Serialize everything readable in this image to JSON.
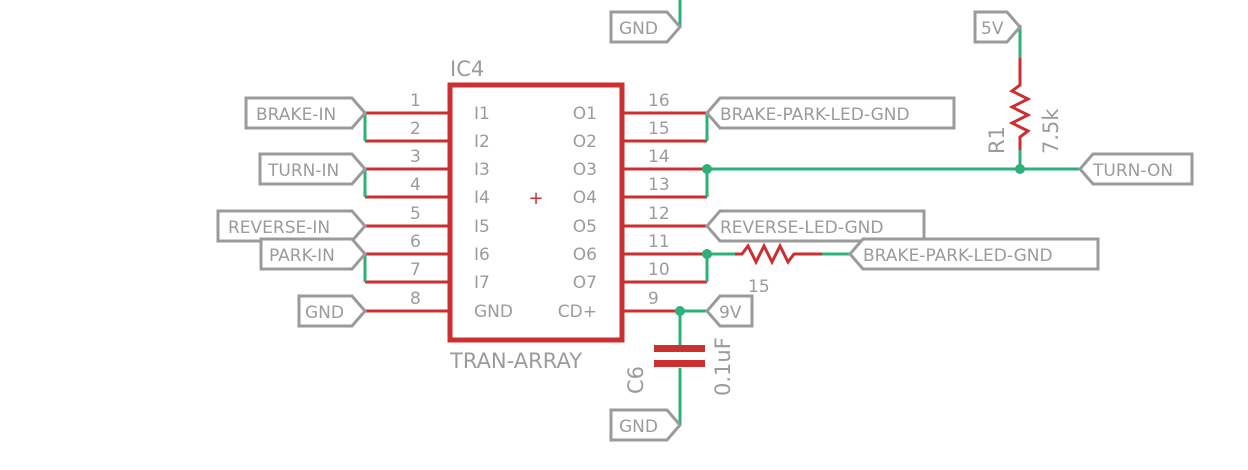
{
  "ic": {
    "name": "IC4",
    "value": "TRAN-ARRAY",
    "left_pins": [
      {
        "num": "1",
        "name": "I1"
      },
      {
        "num": "2",
        "name": "I2"
      },
      {
        "num": "3",
        "name": "I3"
      },
      {
        "num": "4",
        "name": "I4"
      },
      {
        "num": "5",
        "name": "I5"
      },
      {
        "num": "6",
        "name": "I6"
      },
      {
        "num": "7",
        "name": "I7"
      },
      {
        "num": "8",
        "name": "GND"
      }
    ],
    "right_pins": [
      {
        "num": "16",
        "name": "O1"
      },
      {
        "num": "15",
        "name": "O2"
      },
      {
        "num": "14",
        "name": "O3"
      },
      {
        "num": "13",
        "name": "O4"
      },
      {
        "num": "12",
        "name": "O5"
      },
      {
        "num": "11",
        "name": "O6"
      },
      {
        "num": "10",
        "name": "O7"
      },
      {
        "num": "9",
        "name": "CD+"
      }
    ],
    "origin_mark": "+"
  },
  "ports": {
    "brake_in": "BRAKE-IN",
    "turn_in": "TURN-IN",
    "reverse_in": "REVERSE-IN",
    "park_in": "PARK-IN",
    "gnd_left": "GND",
    "gnd_top": "GND",
    "gnd_bottom": "GND",
    "brake_park_led_gnd_1": "BRAKE-PARK-LED-GND",
    "turn_on": "TURN-ON",
    "reverse_led_gnd": "REVERSE-LED-GND",
    "brake_park_led_gnd_2": "BRAKE-PARK-LED-GND",
    "supply_9v": "9V",
    "supply_5v": "5V"
  },
  "r1": {
    "name": "R1",
    "value": "7.5k"
  },
  "r_unnamed": {
    "value": "15"
  },
  "c6": {
    "name": "C6",
    "value": "0.1uF"
  },
  "colors": {
    "wire": "#2db07a",
    "part": "#cc2f2f",
    "label": "#9b9b9b"
  }
}
